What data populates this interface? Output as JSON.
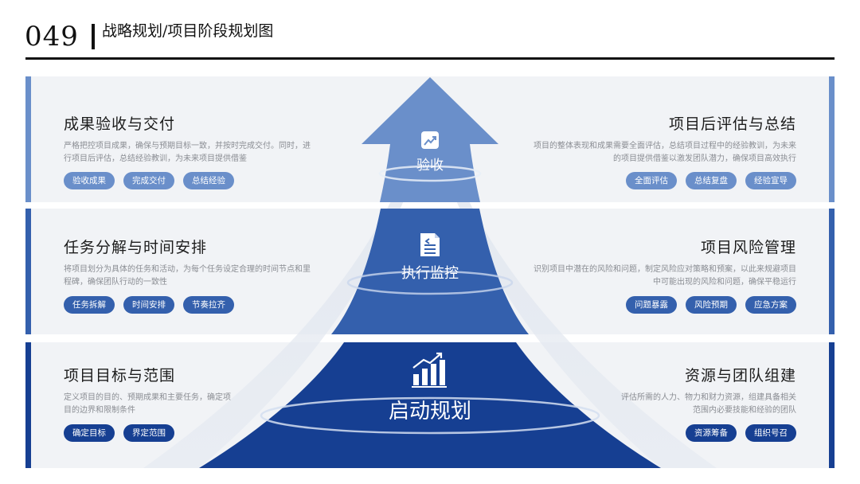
{
  "header": {
    "page_number": "049",
    "title": "战略规划/项目阶段规划图"
  },
  "colors": {
    "stage_top": "#6a8fca",
    "stage_mid": "#3460ad",
    "stage_bottom": "#163f92",
    "band_bg": "#f1f3f6"
  },
  "stages": {
    "top": {
      "label": "验收",
      "icon": "trend-chart-icon"
    },
    "mid": {
      "label": "执行监控",
      "icon": "document-list-icon"
    },
    "bottom": {
      "label": "启动规划",
      "icon": "growth-bar-chart-icon"
    }
  },
  "blocks": {
    "top_left": {
      "title": "成果验收与交付",
      "desc": "严格把控项目成果，确保与预期目标一致，并按时完成交付。同时，进行项目后评估，总结经验教训，为未来项目提供借鉴",
      "tags": [
        "验收成果",
        "完成交付",
        "总结经验"
      ]
    },
    "top_right": {
      "title": "项目后评估与总结",
      "desc": "项目的整体表现和成果需要全面评估，总结项目过程中的经验教训，为未来的项目提供借鉴以激发团队潜力，确保项目高效执行",
      "tags": [
        "全面评估",
        "总结复盘",
        "经验宣导"
      ]
    },
    "mid_left": {
      "title": "任务分解与时间安排",
      "desc": "将项目划分为具体的任务和活动，为每个任务设定合理的时间节点和里程碑，确保团队行动的一致性",
      "tags": [
        "任务拆解",
        "时间安排",
        "节奏拉齐"
      ]
    },
    "mid_right": {
      "title": "项目风险管理",
      "desc": "识别项目中潜在的风险和问题，制定风险应对策略和预案，以此来规避项目中可能出现的风险和问题，确保平稳运行",
      "tags": [
        "问题暴露",
        "风险预期",
        "应急方案"
      ]
    },
    "bottom_left": {
      "title": "项目目标与范围",
      "desc": "定义项目的目的、预期成果和主要任务，确定项目的边界和限制条件",
      "tags": [
        "确定目标",
        "界定范围"
      ]
    },
    "bottom_right": {
      "title": "资源与团队组建",
      "desc": "评估所需的人力、物力和财力资源，组建具备相关范围内必要技能和经验的团队",
      "tags": [
        "资源筹备",
        "组织号召"
      ]
    }
  }
}
